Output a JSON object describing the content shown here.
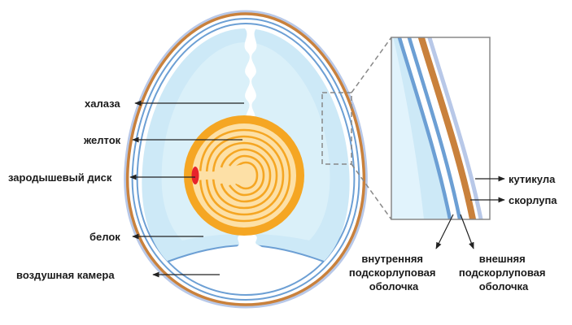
{
  "diagram": {
    "labels": {
      "chalaza": "халаза",
      "yolk": "желток",
      "germinal_disc": "зародышевый диск",
      "albumen": "белок",
      "air_cell": "воздушная камера",
      "cuticle": "кутикула",
      "shell": "скорлупа",
      "inner_membrane": [
        "внутренняя",
        "подскорлуповая",
        "оболочка"
      ],
      "outer_membrane": [
        "внешняя",
        "подскорлуповая",
        "оболочка"
      ]
    },
    "colors": {
      "albumen": "#cde9f7",
      "albumen_light": "#e6f5fc",
      "shell": "#c9813c",
      "membrane": "#6c9fd4",
      "cuticle": "#b8c8e8",
      "yolk": "#f5a623",
      "yolk_light": "#fde0a6",
      "germinal_disc": "#e8222b",
      "chalaza": "#ffffff",
      "line": "#333333",
      "zoom_frame": "#888888"
    }
  }
}
